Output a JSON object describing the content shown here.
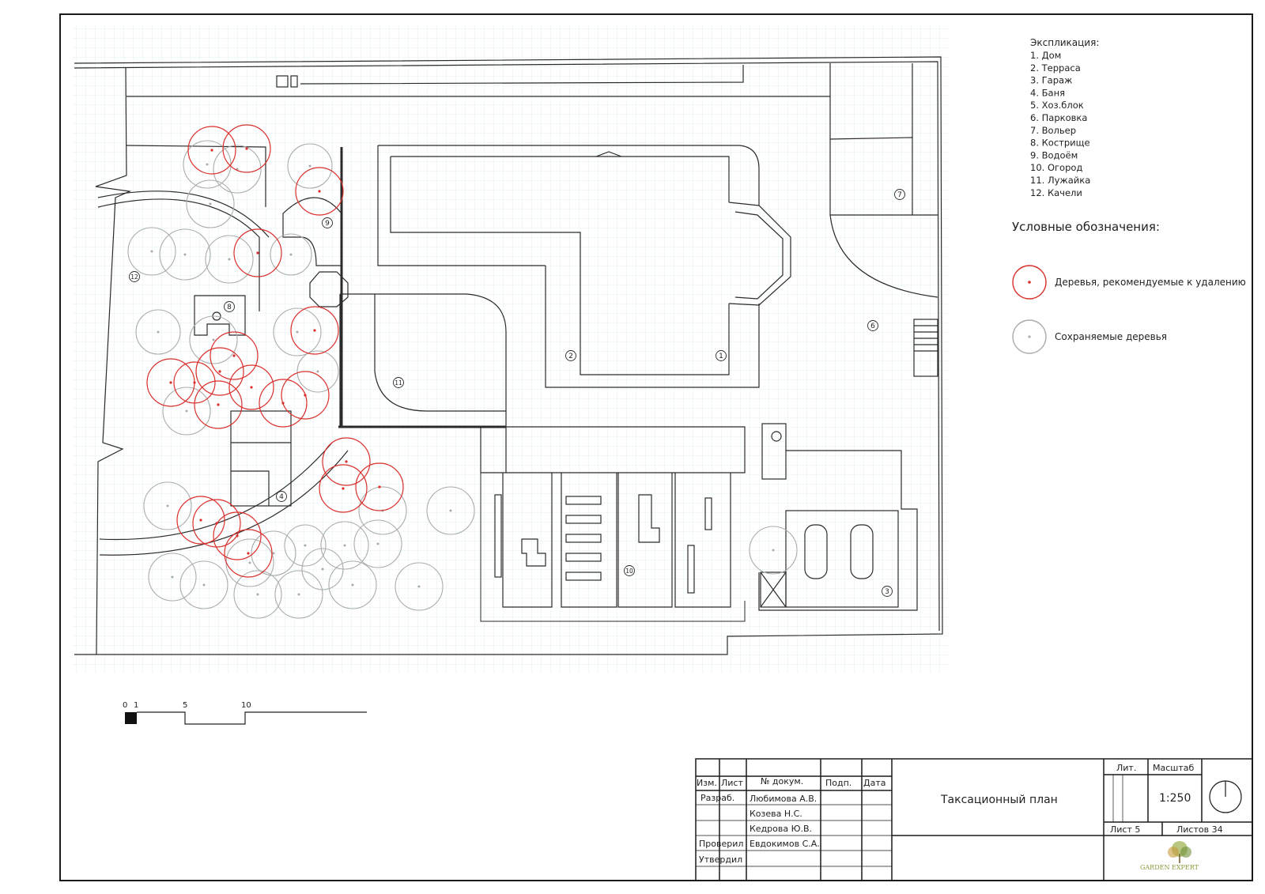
{
  "explication": {
    "title": "Экспликация:",
    "items": [
      "1. Дом",
      "2. Терраса",
      "3. Гараж",
      "4. Баня",
      "5. Хоз.блок",
      "6. Парковка",
      "7. Вольер",
      "8. Кострище",
      "9. Водоём",
      "10. Огород",
      "11. Лужайка",
      "12. Качели"
    ]
  },
  "legend": {
    "title": "Условные обозначения:",
    "remove": "Деревья, рекомендуемые к удалению",
    "keep": "Сохраняемые деревья",
    "remove_color": "#d9302c",
    "keep_color": "#a9aca9"
  },
  "plan_labels": [
    "1",
    "2",
    "3",
    "4",
    "6",
    "7",
    "8",
    "9",
    "10",
    "11",
    "12"
  ],
  "scale_bar": {
    "ticks": [
      "0",
      "1",
      "5",
      "10"
    ]
  },
  "title_block": {
    "headers": {
      "izm": "Изм.",
      "list": "Лист",
      "doc": "№    докум.",
      "podp": "Подп.",
      "data": "Дата"
    },
    "roles": {
      "razrab": "Разраб.",
      "proveril": "Проверил",
      "utverdil": "Утвердил"
    },
    "people": [
      "Любимова А.В.",
      "Козева Н.С.",
      "Кедрова Ю.В.",
      "Евдокимов С.А."
    ],
    "title": "Таксационный план",
    "lit_label": "Лит.",
    "scale_label": "Масштаб",
    "scale": "1:250",
    "sheet": "Лист 5",
    "sheets": "Листов 34",
    "logo": "GARDEN EXPERT"
  },
  "colors": {
    "line": "#2b2b2b",
    "grid": "#d8ecef",
    "red": "#d9302c",
    "gray": "#a9aca9",
    "logo": "#8a9a3a"
  }
}
